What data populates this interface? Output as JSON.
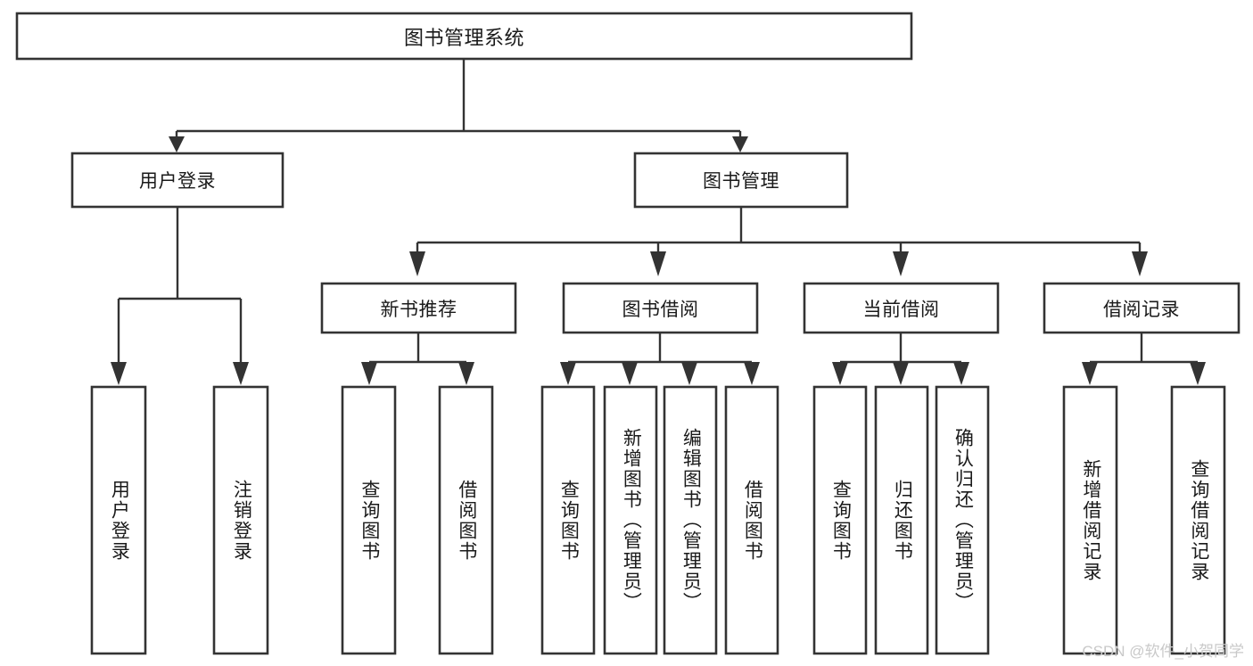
{
  "diagram": {
    "title": "图书管理系统",
    "watermark": "CSDN @软件_小贺同学",
    "colors": {
      "stroke": "#333333",
      "fill": "#ffffff",
      "text": "#1a1a1a",
      "watermark": "#c9c9c9"
    },
    "root": {
      "label": "图书管理系统"
    },
    "level1": [
      {
        "label": "用户登录"
      },
      {
        "label": "图书管理"
      }
    ],
    "level2": [
      {
        "label": "新书推荐"
      },
      {
        "label": "图书借阅"
      },
      {
        "label": "当前借阅"
      },
      {
        "label": "借阅记录"
      }
    ],
    "leaves": {
      "user_login": [
        {
          "label": "用户登录"
        },
        {
          "label": "注销登录"
        }
      ],
      "new_book_recommend": [
        {
          "label": "查询图书"
        },
        {
          "label": "借阅图书"
        }
      ],
      "book_borrow": [
        {
          "label": "查询图书"
        },
        {
          "label": "新增图书（管理员）"
        },
        {
          "label": "编辑图书（管理员）"
        },
        {
          "label": "借阅图书"
        }
      ],
      "current_borrow": [
        {
          "label": "查询图书"
        },
        {
          "label": "归还图书"
        },
        {
          "label": "确认归还（管理员）"
        }
      ],
      "borrow_record": [
        {
          "label": "新增借阅记录"
        },
        {
          "label": "查询借阅记录"
        }
      ]
    }
  }
}
